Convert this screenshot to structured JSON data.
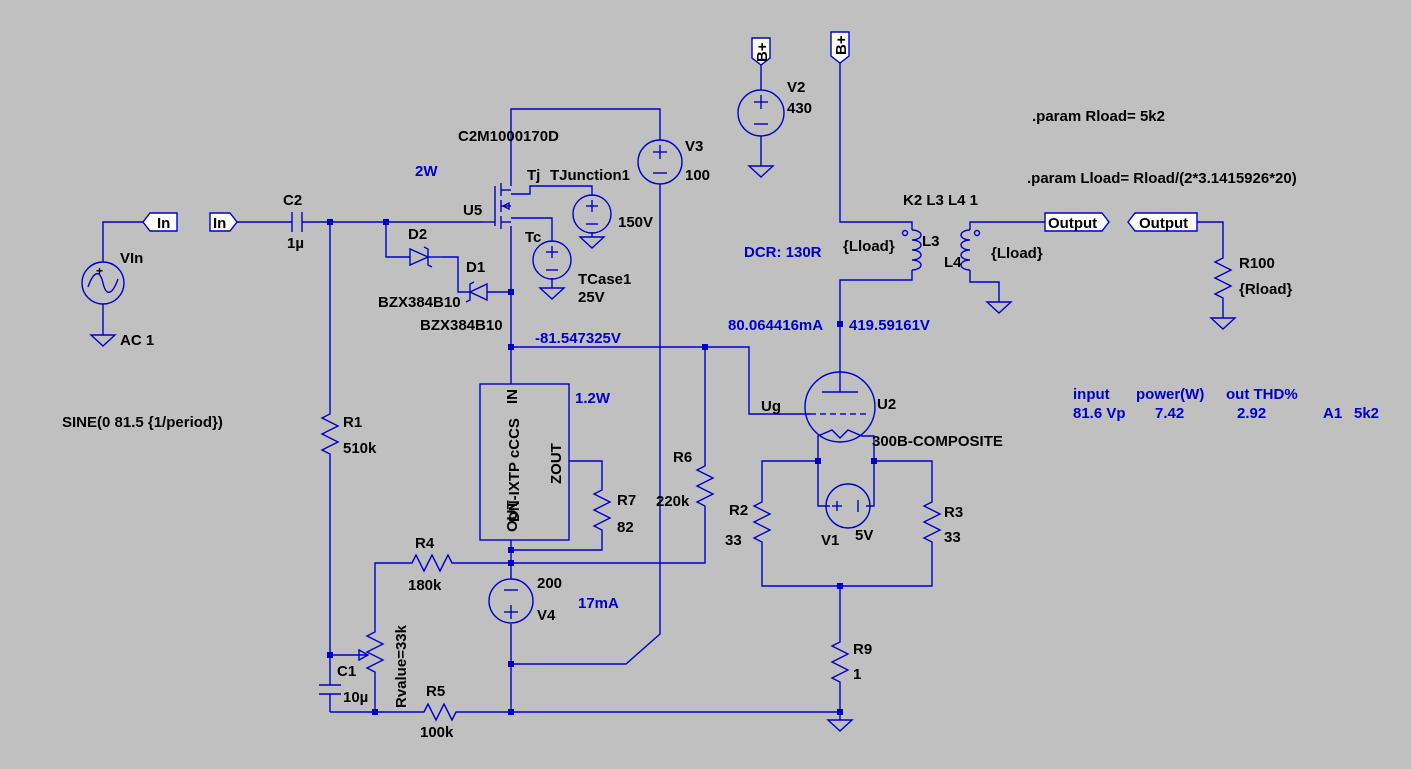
{
  "colors": {
    "background": "#c0c0c0",
    "wire": "#0000cc",
    "label": "#000000",
    "annotation": "#0000cc",
    "symbol_fill": "#ffffff"
  },
  "labels": {
    "net_in_1": "In",
    "net_in_2": "In",
    "vin_name": "VIn",
    "vin_value": "AC 1",
    "vin_sine": "SINE(0 81.5 {1/period})",
    "c2_name": "C2",
    "c2_value": "1µ",
    "mosfet_part": "C2M1000170D",
    "u5_name": "U5",
    "power_2w": "2W",
    "tj": "Tj",
    "tjunction": "TJunction1",
    "tc": "Tc",
    "tcase": "TCase1",
    "tcase_value": "25V",
    "v150": "150V",
    "v3_name": "V3",
    "v3_value": "100",
    "d2_name": "D2",
    "d1_name": "D1",
    "d2_part": "BZX384B10",
    "d1_part": "BZX384B10",
    "r1_name": "R1",
    "r1_value": "510k",
    "node_voltage": "-81.547325V",
    "ccs_power": "1.2W",
    "ccs_name": "DN-IXTP cCCS",
    "ccs_in": "IN",
    "ccs_zout": "ZOUT",
    "ccs_out": "OUT",
    "r7_name": "R7",
    "r7_value": "82",
    "r6_name": "R6",
    "r6_value": "220k",
    "r4_name": "R4",
    "r4_value": "180k",
    "v4_value": "200",
    "v4_name": "V4",
    "current_17ma": "17mA",
    "c1_name": "C1",
    "c1_value": "10µ",
    "pot_value": "Rvalue=33k",
    "r5_name": "R5",
    "r5_value": "100k",
    "bplus_1": "B+",
    "bplus_2": "B+",
    "v2_name": "V2",
    "v2_value": "430",
    "k_stmt": "K2 L3 L4 1",
    "dcr": "DCR: 130R",
    "l3_value": "{Lload}",
    "l3_name": "L3",
    "l4_name": "L4",
    "l4_value": "{Lload}",
    "output_1": "Output",
    "output_2": "Output",
    "r100_name": "R100",
    "r100_value": "{Rload}",
    "param_rload": ".param Rload= 5k2",
    "param_lload": ".param Lload= Rload/(2*3.1415926*20)",
    "anode_current": "80.064416mA",
    "anode_voltage": "419.59161V",
    "ug": "Ug",
    "u2_name": "U2",
    "u2_part": "300B-COMPOSITE",
    "r2_name": "R2",
    "r2_value": "33",
    "r3_name": "R3",
    "r3_value": "33",
    "v1_name": "V1",
    "v1_value": "5V",
    "r9_name": "R9",
    "r9_value": "1"
  },
  "results": {
    "header_input": "input",
    "header_power": "power(W)",
    "header_thd": "out THD%",
    "input": "81.6 Vp",
    "power": "7.42",
    "thd": "2.92",
    "tube": "A1",
    "load": "5k2"
  }
}
